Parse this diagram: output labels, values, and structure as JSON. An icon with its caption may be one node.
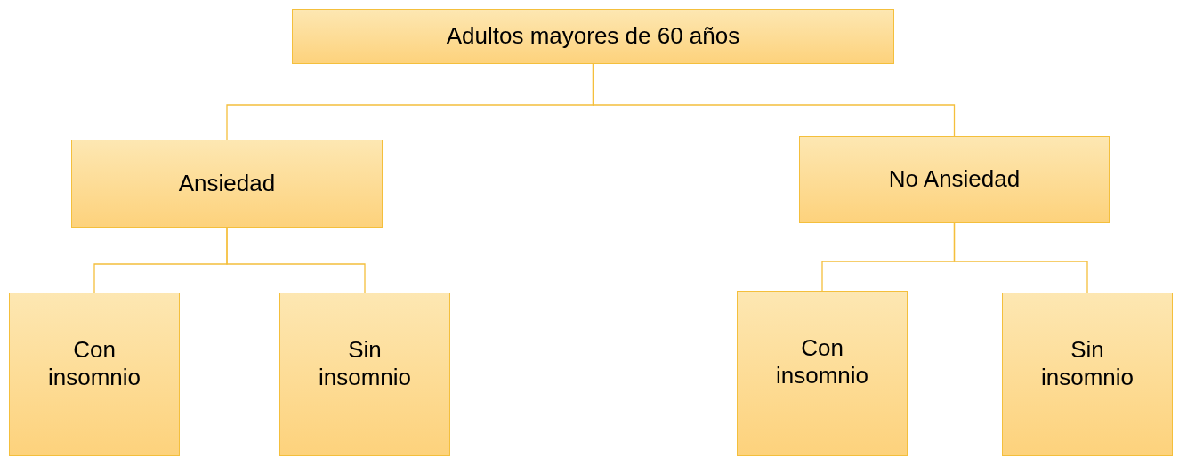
{
  "diagram": {
    "nodes": [
      {
        "text": [
          "Adultos mayores de 60 años"
        ]
      },
      {
        "text": [
          "Ansiedad"
        ]
      },
      {
        "text": [
          "No Ansiedad"
        ]
      },
      {
        "text": [
          "Con insomnio"
        ]
      },
      {
        "text": [
          "Sin insomnio"
        ]
      },
      {
        "text": [
          "Con insomnio"
        ]
      },
      {
        "text": [
          "Sin insomnio"
        ]
      }
    ],
    "edges": [
      {
        "from": 0,
        "to": 1,
        "arrow": "none"
      },
      {
        "from": 0,
        "to": 2,
        "arrow": "none"
      },
      {
        "from": 1,
        "to": 3,
        "arrow": "none"
      },
      {
        "from": 1,
        "to": 4,
        "arrow": "none"
      },
      {
        "from": 2,
        "to": 5,
        "arrow": "none"
      },
      {
        "from": 2,
        "to": 6,
        "arrow": "none"
      }
    ]
  }
}
